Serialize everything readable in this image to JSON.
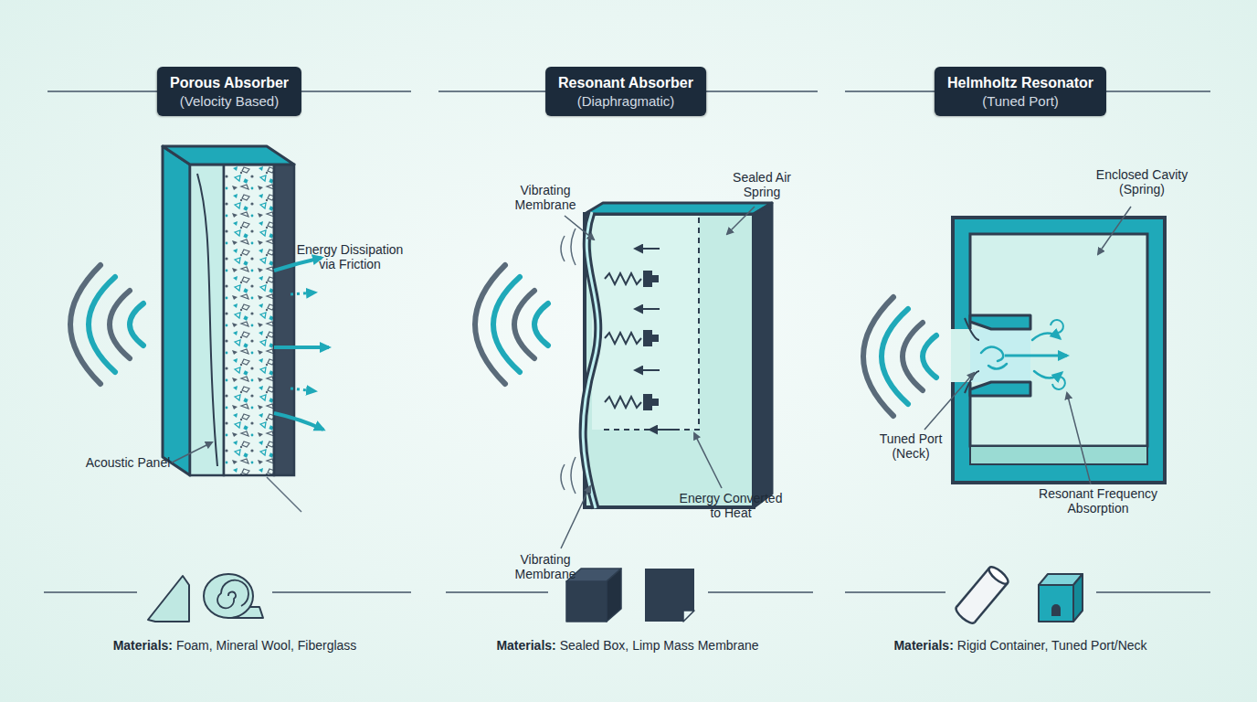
{
  "diagram": {
    "nodes": [
      {
        "text": [
          "Porous Absorber",
          "(Velocity Based)"
        ]
      },
      {
        "text": [
          "Resonant Absorber",
          "(Diaphragmatic)"
        ]
      },
      {
        "text": [
          "Helmholtz Resonator",
          "(Tuned Port)"
        ]
      }
    ],
    "labels": [
      "Energy Dissipation via Friction",
      "Acoustic Panel",
      "Vibrating Membrane",
      "Sealed Air Spring",
      "Vibrating Membrane",
      "Energy Converted to Heat",
      "Enclosed Cavity (Spring)",
      "Tuned Port (Neck)",
      "Resonant Frequency Absorption",
      "Materials:",
      "Foam, Mineral Wool, Fiberglass",
      "Materials:",
      "Sealed Box, Limp Mass Membrane",
      "Materials:",
      "Rigid Container, Tuned Port/Neck"
    ]
  }
}
